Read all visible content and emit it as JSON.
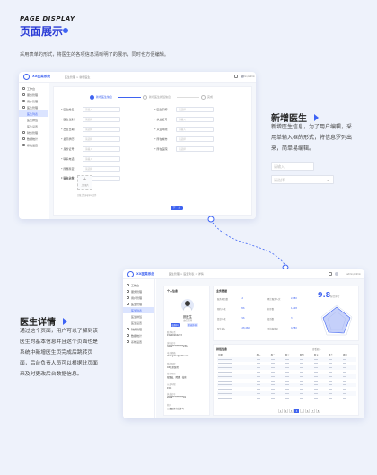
{
  "header": {
    "display_en": "PAGE DISPLAY",
    "display_cn": "页面展示"
  },
  "intro": "采用表单的形式，将医生的各项信息清晰明了的展示，同时也方便编辑。",
  "app": {
    "name": "XX医美系统",
    "user": "admin/admin",
    "sidebar": [
      {
        "label": "工作台",
        "sub": false
      },
      {
        "label": "服务管理",
        "sub": false
      },
      {
        "label": "用户管理",
        "sub": false
      },
      {
        "label": "医生管理",
        "sub": false,
        "active_parent": true
      },
      {
        "label": "医生列表",
        "sub": true,
        "active": true
      },
      {
        "label": "医生排班",
        "sub": true
      },
      {
        "label": "医生设置",
        "sub": true
      },
      {
        "label": "财务管理",
        "sub": false
      },
      {
        "label": "数据统计",
        "sub": false
      },
      {
        "label": "系统设置",
        "sub": false
      }
    ]
  },
  "win1": {
    "breadcrumb": [
      "医生管理",
      "新增医生"
    ],
    "steps": [
      "新增医生信息",
      "新增医生排班信息",
      "完成"
    ],
    "form_left": [
      {
        "label": "* 医生姓名",
        "ph": "请输入"
      },
      {
        "label": "* 医生性别",
        "ph": "请选择"
      },
      {
        "label": "* 出生日期",
        "ph": "请选择"
      },
      {
        "label": "* 最高学历",
        "ph": "请选择"
      },
      {
        "label": "* 身份证号",
        "ph": "请输入"
      },
      {
        "label": "* 联系电话",
        "ph": "请输入"
      },
      {
        "label": "* 所属科室",
        "ph": "请选择"
      },
      {
        "label": "* 擅长项目",
        "ph": "请输入"
      }
    ],
    "form_right": [
      {
        "label": "* 医生职称",
        "ph": "请选择"
      },
      {
        "label": "* 执业证号",
        "ph": "请输入"
      },
      {
        "label": "* 从业年限",
        "ph": "请输入"
      },
      {
        "label": "* 所在城市",
        "ph": "请选择"
      },
      {
        "label": "* 所在医院",
        "ph": "请选择"
      }
    ],
    "upload_label": "* 医生头像",
    "upload_text": "上传图片",
    "upload_hint": "只能上传jpg/png文件",
    "next_button": "下一步"
  },
  "new_doctor": {
    "title": "新增医生",
    "desc": [
      "新增医生信息，为了用户编辑，采",
      "用单输入框的形式，将信息罗列出",
      "来，简单易编辑。"
    ],
    "sample_input_ph": "请输入",
    "sample_select_ph": "请选择"
  },
  "win2": {
    "breadcrumb": [
      "医生管理",
      "医生列表",
      "详情"
    ],
    "profile_title": "个人信息",
    "doctor_name": "张医生",
    "doctor_title": "主任医师",
    "tags": [
      "皮肤科",
      "美容外科"
    ],
    "info_rows": [
      {
        "k": "联系电话",
        "v": "15200110223"
      },
      {
        "k": "身份证号",
        "v": "3201**********2314"
      },
      {
        "k": "电子邮箱",
        "v": "zhangdoc@163.com"
      },
      {
        "k": "所在医院",
        "v": "XX医美医院"
      },
      {
        "k": "擅长项目",
        "v": "双眼皮、隆鼻、祛斑"
      },
      {
        "k": "从业年限",
        "v": "15年"
      },
      {
        "k": "执业证号",
        "v": "2019**********01"
      },
      {
        "k": "简介",
        "v": "从事医美行业多年"
      }
    ],
    "service_title": "业务数据",
    "service_stats": [
      [
        "服务项目数",
        "12"
      ],
      [
        "累计服务人次",
        "2,680"
      ],
      [
        "预约人数",
        "356"
      ],
      [
        "好评数",
        "1,208"
      ],
      [
        "复诊人数",
        "216"
      ],
      [
        "投诉数",
        "3"
      ],
      [
        "医生收入",
        "128,460"
      ],
      [
        "平均客单价",
        "4,580"
      ]
    ],
    "score": "9.8",
    "score_label": "综合评分",
    "record_title": "排班信息",
    "record_more": "查看更多",
    "record_headers": [
      "日期",
      "周一",
      "周二",
      "周三",
      "周四",
      "周五",
      "周六",
      "周日"
    ],
    "record_rows": 10,
    "pages": [
      "1",
      "2",
      "3",
      "4",
      "5",
      "6",
      "7",
      "8"
    ]
  },
  "detail": {
    "title": "医生详情",
    "desc": [
      "通过这个页面，用户可以了解到该",
      "医生的基本信息并且这个页面也是",
      "系统中新增医生页完成后跳转页",
      "面，后台负责人员可以根据此页面",
      "来及时更改后台数据信息。"
    ]
  }
}
